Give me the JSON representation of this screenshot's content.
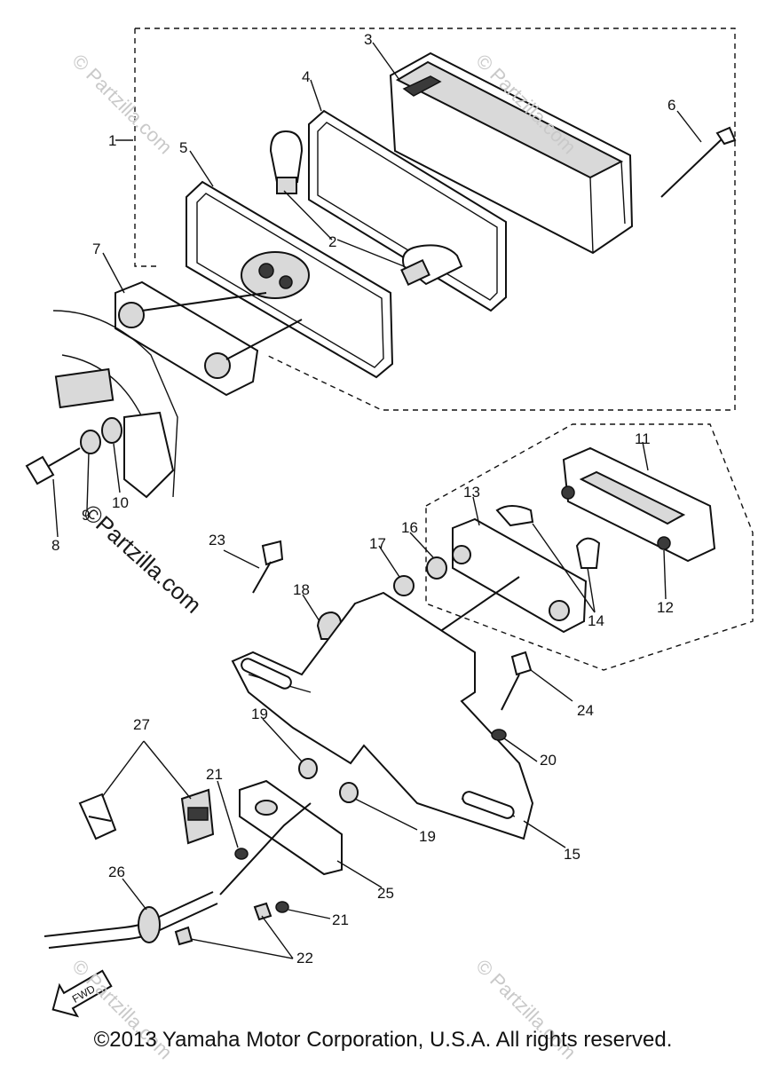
{
  "diagram": {
    "callouts": [
      "1",
      "2",
      "3",
      "4",
      "5",
      "6",
      "7",
      "8",
      "9",
      "10",
      "11",
      "12",
      "13",
      "14",
      "15",
      "16",
      "17",
      "18",
      "19",
      "19",
      "20",
      "21",
      "21",
      "22",
      "23",
      "24",
      "25",
      "26",
      "27"
    ],
    "fwd_label": "FWD",
    "watermark_main": "©Partzilla.com",
    "watermark_small": "© Partzilla.com"
  },
  "footer": {
    "copyright": "©2013 Yamaha Motor Corporation, U.S.A. All rights reserved."
  }
}
